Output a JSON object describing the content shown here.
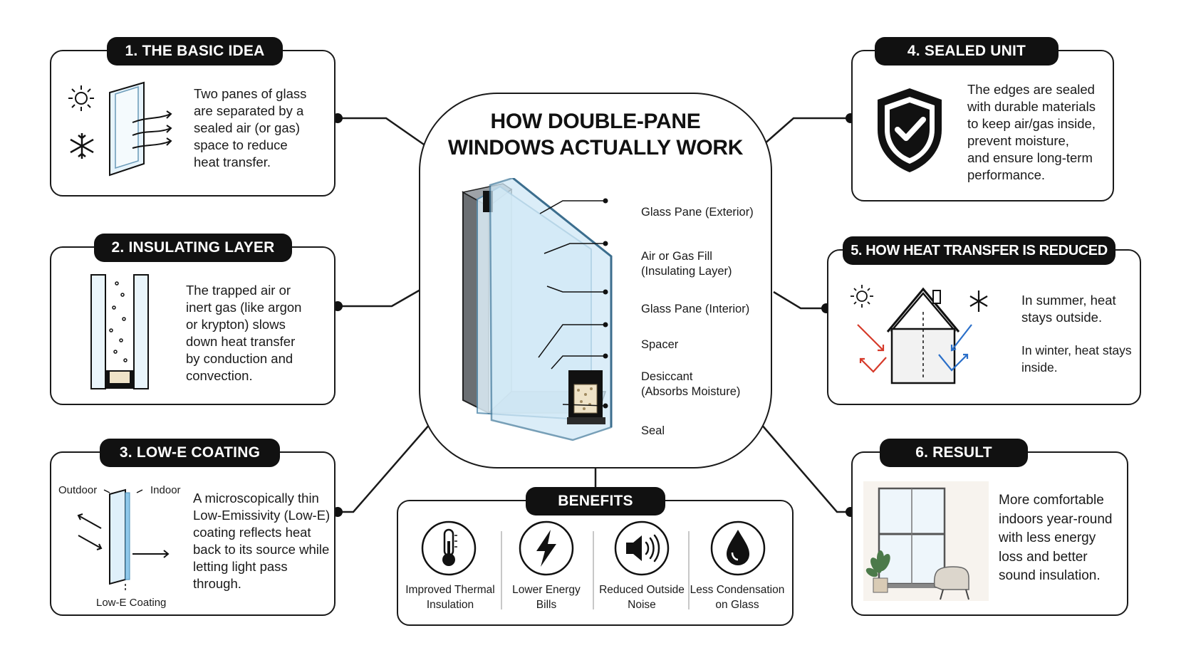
{
  "title": "HOW DOUBLE-PANE\nWINDOWS ACTUALLY WORK",
  "diagram_callouts": [
    {
      "label": "Glass Pane (Exterior)"
    },
    {
      "label": "Air or Gas Fill\n(Insulating Layer)"
    },
    {
      "label": "Glass Pane (Interior)"
    },
    {
      "label": "Spacer"
    },
    {
      "label": "Desiccant\n(Absorbs Moisture)"
    },
    {
      "label": "Seal"
    }
  ],
  "sections": {
    "basic_idea": {
      "heading": "1. THE BASIC IDEA",
      "text": "Two panes of glass\nare separated by a\nsealed air (or gas)\nspace to reduce\nheat transfer.",
      "icons": [
        "sun-icon",
        "snowflake-icon",
        "glass-pane-icon"
      ]
    },
    "insulating_layer": {
      "heading": "2. INSULATING LAYER",
      "text": "The trapped air or\ninert gas (like argon\nor krypton) slows\ndown heat transfer\nby conduction and\nconvection."
    },
    "low_e": {
      "heading": "3. LOW-E COATING",
      "text": "A microscopically thin\nLow-Emissivity (Low-E)\ncoating reflects heat\nback to its source while\nletting light pass\nthrough.",
      "outdoor_label": "Outdoor",
      "indoor_label": "Indoor",
      "coating_label": "Low-E Coating"
    },
    "sealed_unit": {
      "heading": "4. SEALED UNIT",
      "text": "The edges are sealed\nwith durable materials\nto keep air/gas inside,\nprevent moisture,\nand ensure long-term\nperformance.",
      "icon": "shield-check-icon"
    },
    "heat_transfer": {
      "heading": "5. HOW HEAT TRANSFER IS REDUCED",
      "summer_text": "In summer, heat\nstays outside.",
      "winter_text": "In winter, heat stays\ninside.",
      "hot_color": "#d63a2a",
      "cold_color": "#2a6fc9"
    },
    "result": {
      "heading": "6. RESULT",
      "text": "More comfortable\nindoors year-round\nwith less energy\nloss and better\nsound insulation."
    }
  },
  "benefits": {
    "heading": "BENEFITS",
    "items": [
      {
        "label": "Improved Thermal\nInsulation",
        "icon": "thermometer-icon"
      },
      {
        "label": "Lower Energy\nBills",
        "icon": "lightning-icon"
      },
      {
        "label": "Reduced Outside\nNoise",
        "icon": "speaker-icon"
      },
      {
        "label": "Less Condensation\non Glass",
        "icon": "water-drop-icon"
      }
    ]
  }
}
